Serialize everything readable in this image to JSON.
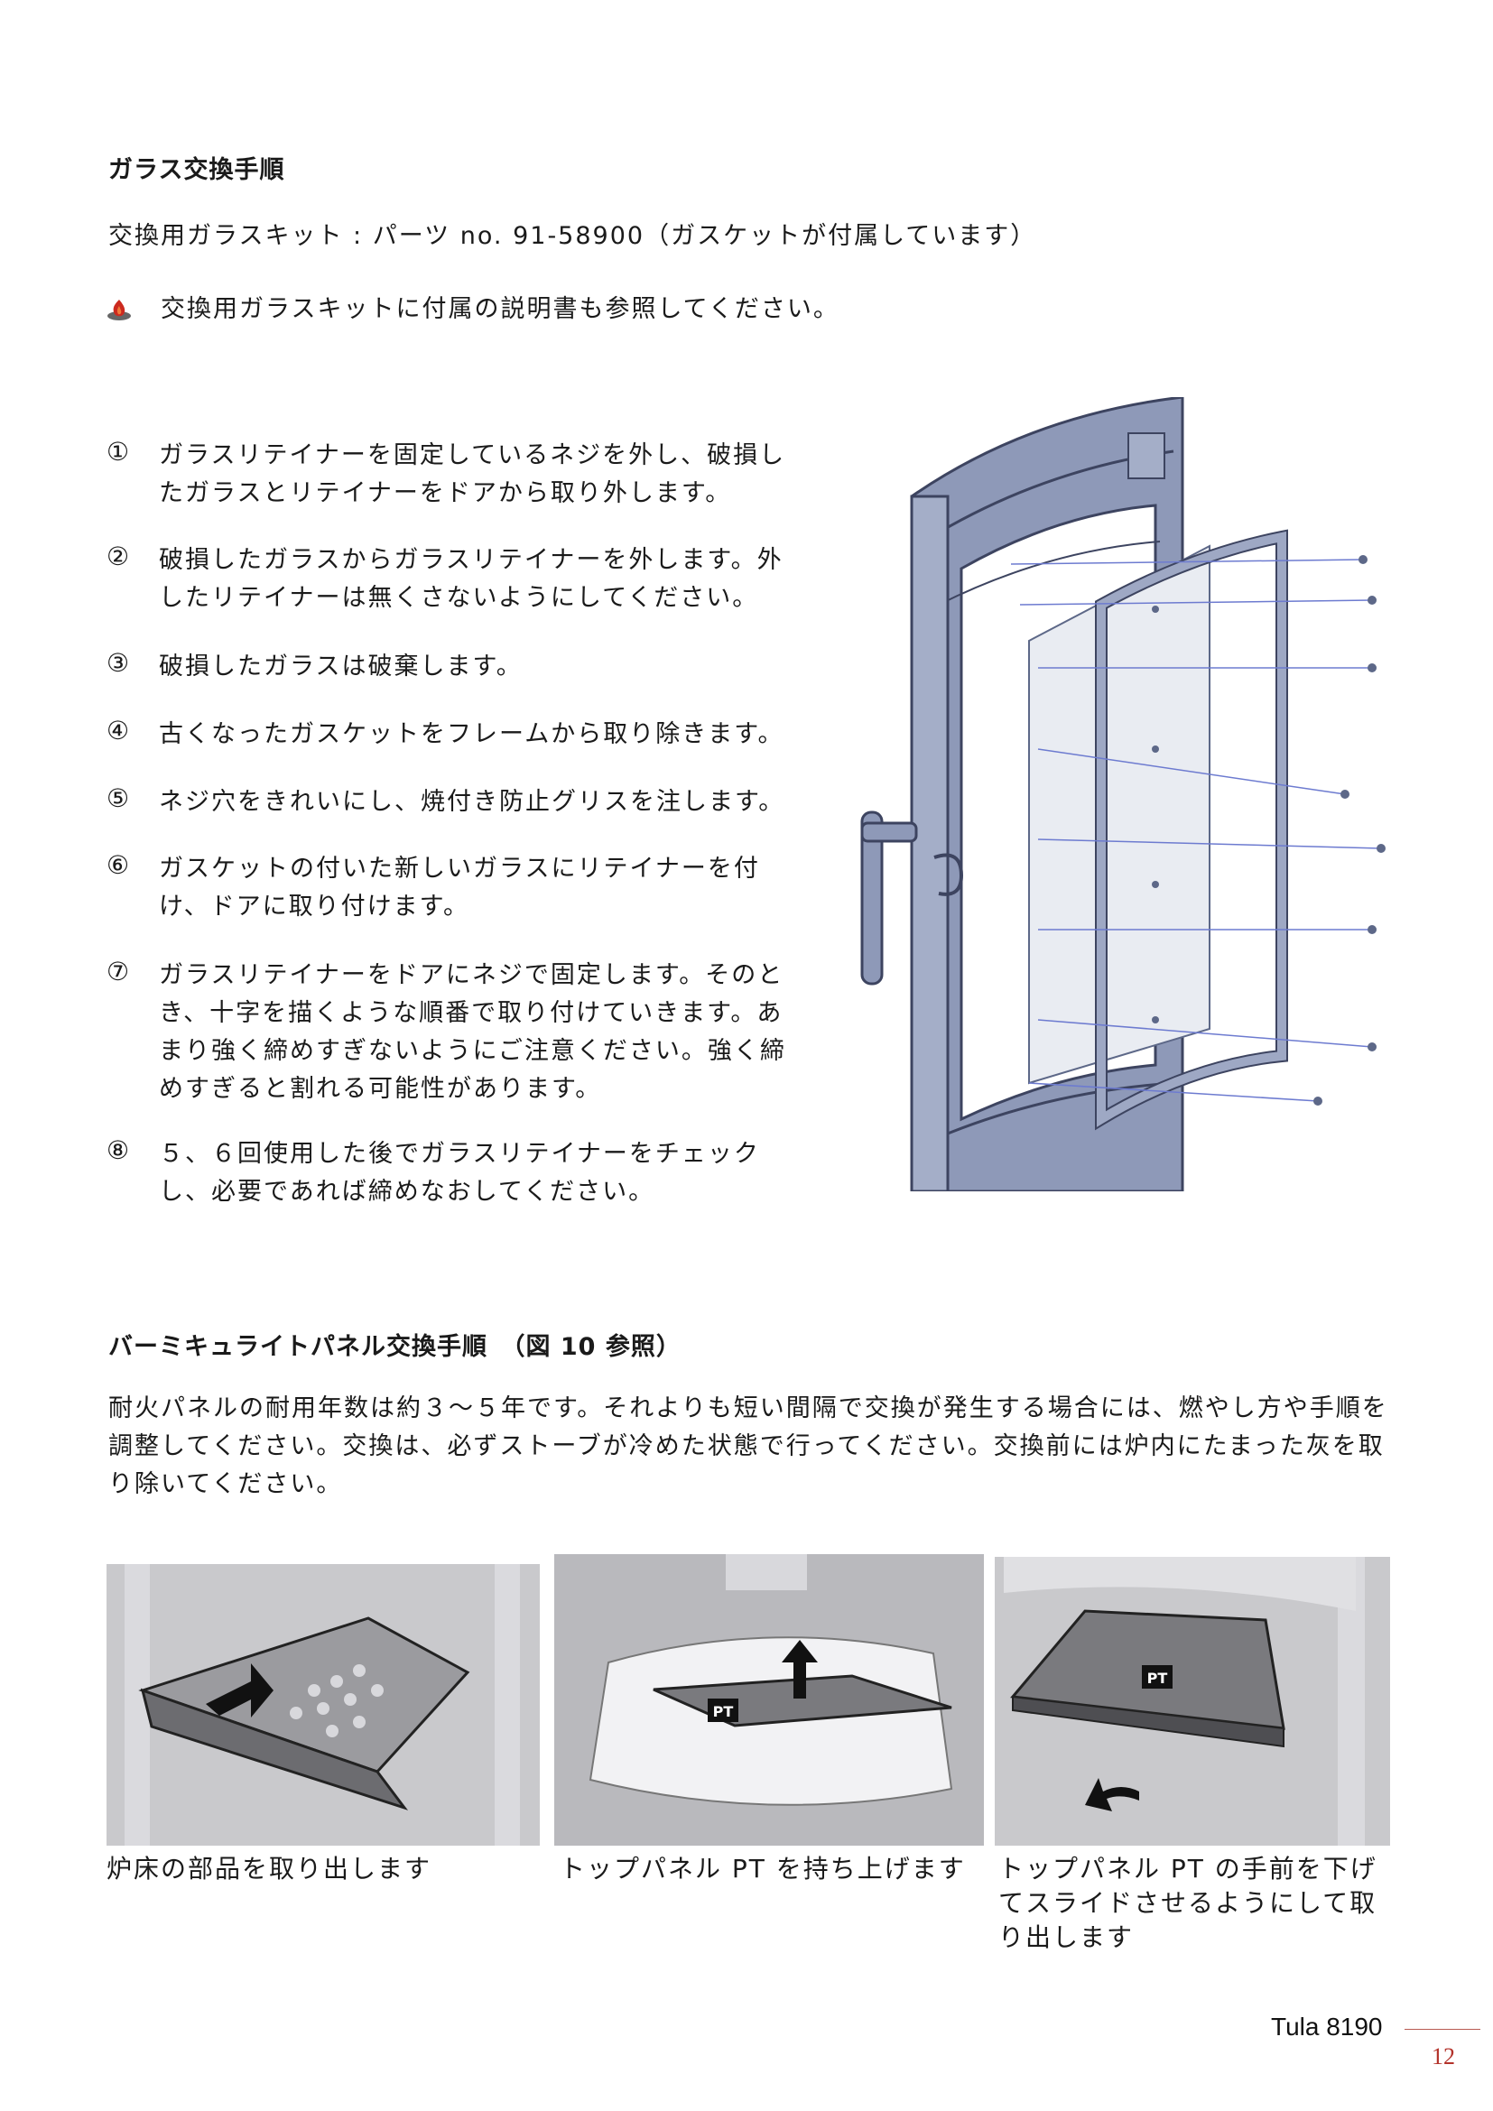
{
  "glass_section": {
    "title": "ガラス交換手順",
    "kit_line": "交換用ガラスキット : パーツ no. 91-58900（ガスケットが付属しています）",
    "note": "交換用ガラスキットに付属の説明書も参照してください。"
  },
  "steps": [
    {
      "num": "①",
      "text": "ガラスリテイナーを固定しているネジを外し、破損したガラスとリテイナーをドアから取り外します。"
    },
    {
      "num": "②",
      "text": "破損したガラスからガラスリテイナーを外します。外したリテイナーは無くさないようにしてください。"
    },
    {
      "num": "③",
      "text": "破損したガラスは破棄します。"
    },
    {
      "num": "④",
      "text": "古くなったガスケットをフレームから取り除きます。"
    },
    {
      "num": "⑤",
      "text": "ネジ穴をきれいにし、焼付き防止グリスを注します。"
    },
    {
      "num": "⑥",
      "text": "ガスケットの付いた新しいガラスにリテイナーを付け、ドアに取り付けます。"
    },
    {
      "num": "⑦",
      "text": "ガラスリテイナーをドアにネジで固定します。そのとき、十字を描くような順番で取り付けていきます。あまり強く締めすぎないようにご注意ください。強く締めすぎると割れる可能性があります。"
    },
    {
      "num": "⑧",
      "text": "５、６回使用した後でガラスリテイナーをチェックし、必要であれば締めなおしてください。"
    }
  ],
  "vermiculite_section": {
    "title": "バーミキュライトパネル交換手順　（図 10 参照）",
    "body": "耐火パネルの耐用年数は約３～５年です。それよりも短い間隔で交換が発生する場合には、燃やし方や手順を調整してください。交換は、必ずストーブが冷めた状態で行ってください。交換前には炉内にたまった灰を取り除いてください。"
  },
  "figures": [
    {
      "caption": "炉床の部品を取り出します"
    },
    {
      "caption": "トップパネル PT を持ち上げます",
      "label": "PT"
    },
    {
      "caption": "トップパネル PT の手前を下げてスライドさせるようにして取り出します",
      "label": "PT"
    }
  ],
  "footer": {
    "product": "Tula  8190",
    "page_number": "12"
  },
  "colors": {
    "frame": "#8e99b8",
    "frame_dark": "#5d6888",
    "glass": "#e9ecf2",
    "screw_line": "#6d7bd0",
    "page_number": "#b3322a",
    "photo_bg": "#c9c9cc"
  }
}
